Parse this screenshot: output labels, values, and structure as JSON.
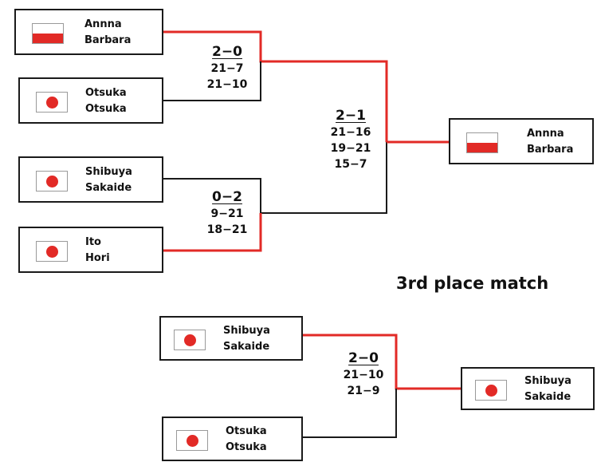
{
  "players": [
    {
      "p1": "Annna",
      "p2": "Barbara",
      "flag": "poland-flag-icon"
    },
    {
      "p1": "Otsuka",
      "p2": "Otsuka",
      "flag": "japan-flag-icon"
    },
    {
      "p1": "Shibuya",
      "p2": "Sakaide",
      "flag": "japan-flag-icon"
    },
    {
      "p1": "Ito",
      "p2": "Hori",
      "flag": "japan-flag-icon"
    },
    {
      "p1": "Annna",
      "p2": "Barbara",
      "flag": "poland-flag-icon"
    },
    {
      "p1": "Shibuya",
      "p2": "Sakaide",
      "flag": "japan-flag-icon"
    },
    {
      "p1": "Otsuka",
      "p2": "Otsuka",
      "flag": "japan-flag-icon"
    },
    {
      "p1": "Shibuya",
      "p2": "Sakaide",
      "flag": "japan-flag-icon"
    }
  ],
  "scores": [
    {
      "result": "2−0",
      "sets": [
        "21−7",
        "21−10"
      ]
    },
    {
      "result": "0−2",
      "sets": [
        "9−21",
        "18−21"
      ]
    },
    {
      "result": "2−1",
      "sets": [
        "21−16",
        "19−21",
        "15−7"
      ]
    },
    {
      "result": "2−0",
      "sets": [
        "21−10",
        "21−9"
      ]
    }
  ],
  "third_place_title": "3rd place match",
  "colors": {
    "winner_line": "#e22a26",
    "loser_line": "#1a1a1a",
    "flag_red": "#e22a26"
  }
}
